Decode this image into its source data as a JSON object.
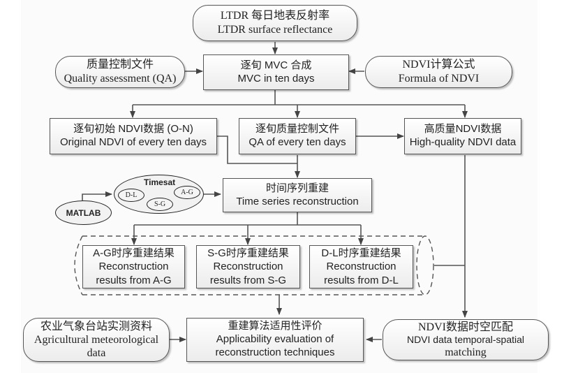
{
  "diagram": {
    "type": "flowchart",
    "nodes": {
      "ltdr": {
        "zh": "LTDR 每日地表反射率",
        "en": "LTDR surface reflectance",
        "shape": "rounded"
      },
      "qa_file": {
        "zh": "质量控制文件",
        "en": "Quality assessment (QA)",
        "shape": "rounded"
      },
      "mvc": {
        "zh": "逐旬 MVC 合成",
        "en": "MVC in ten days",
        "shape": "rectangle"
      },
      "ndvi_formula": {
        "zh": "NDVI计算公式",
        "en": "Formula of NDVI",
        "shape": "rounded"
      },
      "original_ndvi": {
        "zh": "逐旬初始 NDVI数据 (O-N)",
        "en": "Original NDVI of every ten days",
        "shape": "rectangle"
      },
      "qa_ten_days": {
        "zh": "逐旬质量控制文件",
        "en": "QA of every ten days",
        "shape": "rectangle"
      },
      "high_quality": {
        "zh": "高质量NDVI数据",
        "en": "High-quality NDVI data",
        "shape": "rectangle"
      },
      "timesat": {
        "label": "Timesat",
        "methods": [
          "D-L",
          "S-G",
          "A-G"
        ],
        "shape": "ellipse"
      },
      "matlab": {
        "label": "MATLAB",
        "shape": "ellipse"
      },
      "ts_recon": {
        "zh": "时间序列重建",
        "en": "Time series reconstruction",
        "shape": "rectangle"
      },
      "ag_result": {
        "zh": "A-G时序重建结果",
        "en_line1": "Reconstruction",
        "en_line2": "results from A-G",
        "shape": "rectangle"
      },
      "sg_result": {
        "zh": "S-G时序重建结果",
        "en_line1": "Reconstruction",
        "en_line2": "results from S-G",
        "shape": "rectangle"
      },
      "dl_result": {
        "zh": "D-L时序重建结果",
        "en_line1": "Reconstruction",
        "en_line2": "results from D-L",
        "shape": "rectangle"
      },
      "agri_station": {
        "zh": "农业气象台站实测资料",
        "en_line1": "Agricultural meteorological",
        "en_line2": "data",
        "shape": "rounded"
      },
      "evaluation": {
        "zh": "重建算法适用性评价",
        "en_line1": "Applicability evaluation of",
        "en_line2": "reconstruction techniques",
        "shape": "rectangle"
      },
      "matching": {
        "zh": "NDVI数据时空匹配",
        "en_line1": "NDVI data temporal-spatial",
        "en_line2": "matching",
        "shape": "rounded"
      }
    },
    "edges": [
      [
        "ltdr",
        "mvc"
      ],
      [
        "qa_file",
        "mvc"
      ],
      [
        "ndvi_formula",
        "mvc"
      ],
      [
        "mvc",
        "original_ndvi"
      ],
      [
        "mvc",
        "qa_ten_days"
      ],
      [
        "mvc",
        "high_quality"
      ],
      [
        "qa_ten_days",
        "high_quality"
      ],
      [
        "original_ndvi",
        "ts_recon"
      ],
      [
        "qa_ten_days",
        "ts_recon"
      ],
      [
        "matlab",
        "timesat"
      ],
      [
        "timesat",
        "ts_recon"
      ],
      [
        "ts_recon",
        "ag_result"
      ],
      [
        "ts_recon",
        "sg_result"
      ],
      [
        "ts_recon",
        "dl_result"
      ],
      [
        "results_group",
        "evaluation"
      ],
      [
        "results_group",
        "matching"
      ],
      [
        "high_quality",
        "matching"
      ],
      [
        "agri_station",
        "evaluation"
      ],
      [
        "matching",
        "evaluation"
      ]
    ]
  }
}
